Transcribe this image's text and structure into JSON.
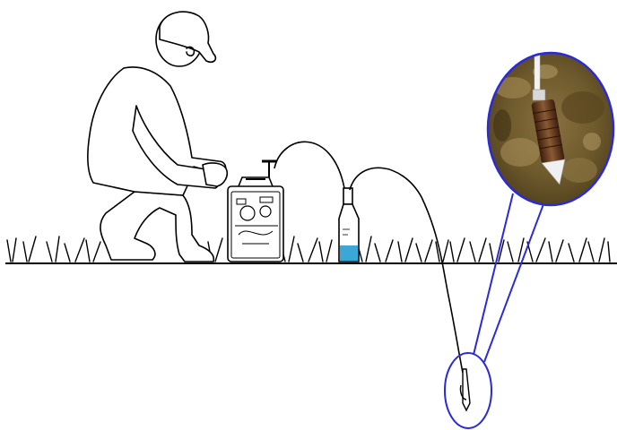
{
  "colors": {
    "line": "#000000",
    "callout": "#2a2ad8",
    "water": "#3aa7d6",
    "soil_dark": "#4a3a1a",
    "soil_mid": "#7a6233",
    "soil_light": "#a08a55",
    "probe_body": "#6b3a1e",
    "probe_tip": "#e8e8e8",
    "background": "#ffffff"
  },
  "elements": {
    "person": "person-kneeling",
    "pump": "vacuum-pump-case",
    "bottle": "collection-bottle",
    "probe": "soil-water-sampler-probe",
    "magnifier": "probe-closeup-inset"
  }
}
